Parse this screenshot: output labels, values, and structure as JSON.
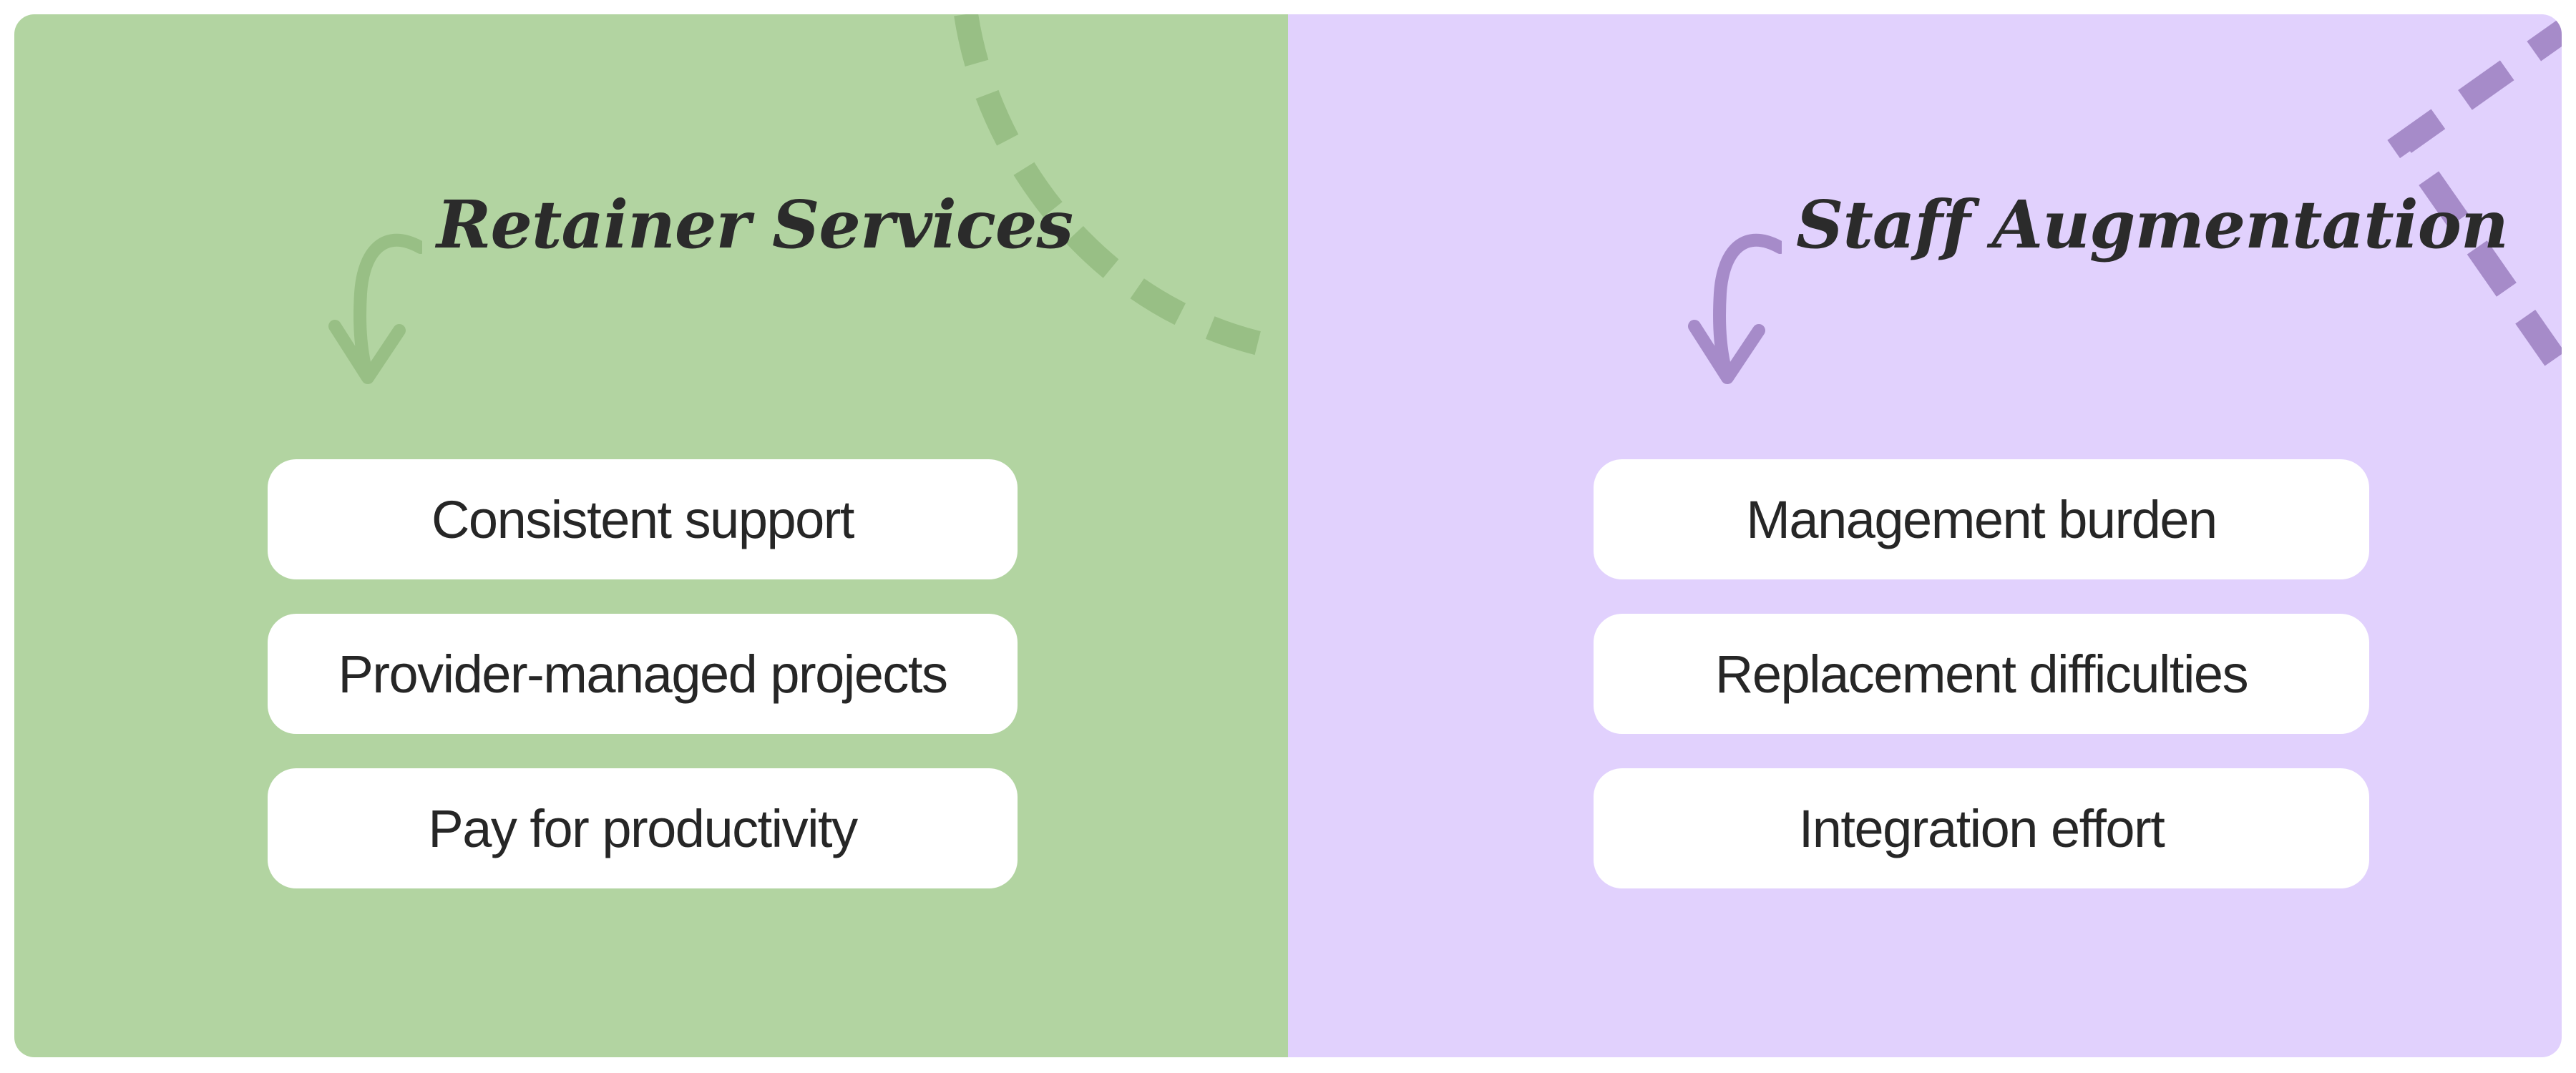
{
  "colors": {
    "left_bg": "#b2d4a1",
    "left_accent": "#98bf85",
    "right_bg": "#e1d1fd",
    "right_accent": "#a68bc9"
  },
  "left": {
    "title": "Retainer Services",
    "items": [
      {
        "label": "Consistent support"
      },
      {
        "label": "Provider-managed projects"
      },
      {
        "label": "Pay for productivity"
      }
    ]
  },
  "right": {
    "title": "Staff Augmentation",
    "items": [
      {
        "label": "Management burden"
      },
      {
        "label": "Replacement difficulties"
      },
      {
        "label": "Integration effort"
      }
    ]
  }
}
